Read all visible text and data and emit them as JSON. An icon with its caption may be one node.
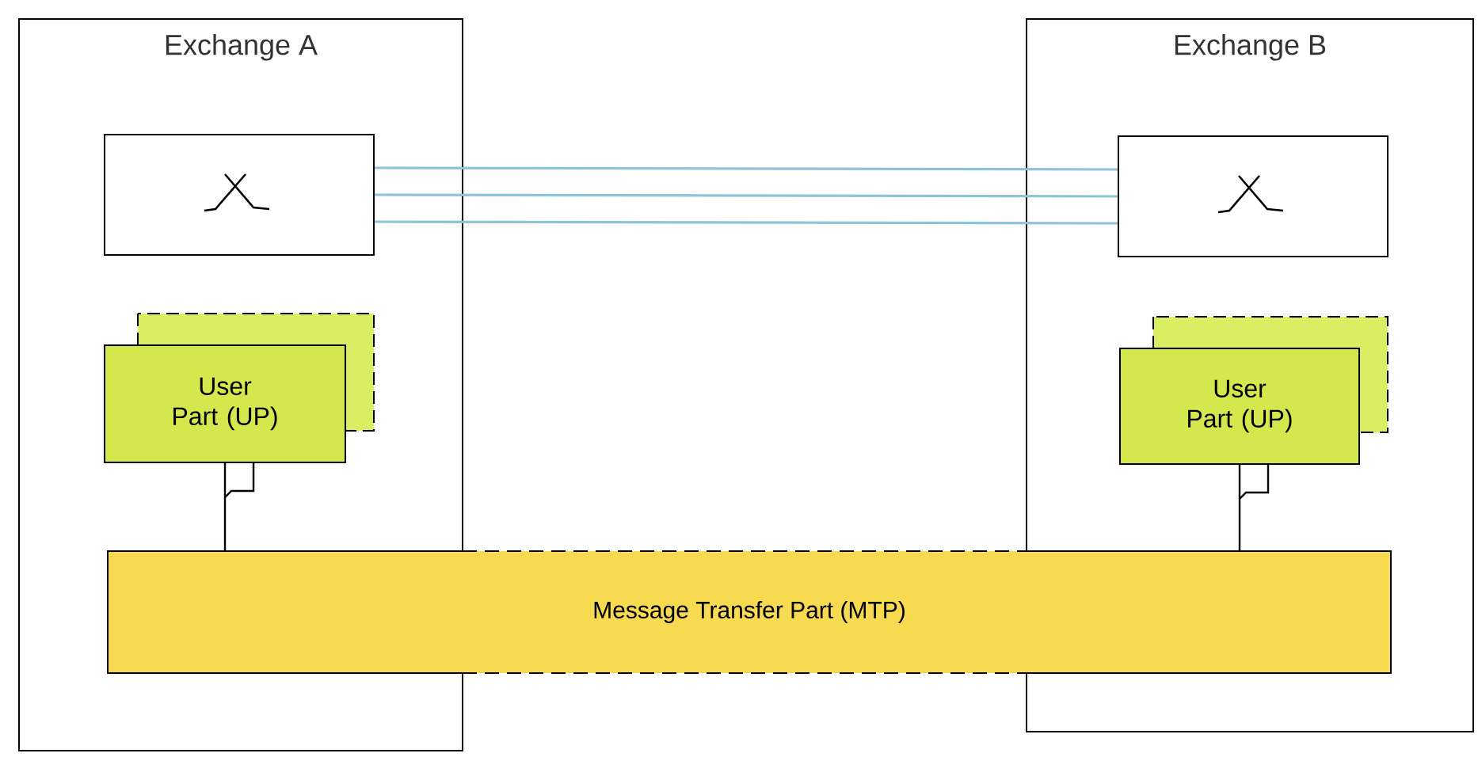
{
  "diagram": {
    "nodes": [
      {
        "text": [
          "Exchange A"
        ]
      },
      {
        "text": [],
        "shape": "box",
        "in": 0
      },
      {
        "text": [
          "User Part (UP)"
        ],
        "in": 0
      },
      {
        "text": [
          "Exchange B"
        ]
      },
      {
        "text": [],
        "shape": "box",
        "in": 3
      },
      {
        "text": [
          "User Part (UP)"
        ],
        "in": 3
      },
      {
        "text": [
          "Message Transfer Part (MTP)"
        ]
      }
    ],
    "edges": [
      {
        "from": 1,
        "to": 4,
        "arrow": "none",
        "color": "#8cc4d8"
      },
      {
        "from": 1,
        "to": 4,
        "arrow": "none",
        "color": "#8cc4d8"
      },
      {
        "from": 1,
        "to": 4,
        "arrow": "none",
        "color": "#8cc4d8"
      },
      {
        "from": 2,
        "to": 6,
        "arrow": "none",
        "color": "#000000"
      },
      {
        "from": 5,
        "to": 6,
        "arrow": "none",
        "color": "#000000"
      }
    ]
  }
}
